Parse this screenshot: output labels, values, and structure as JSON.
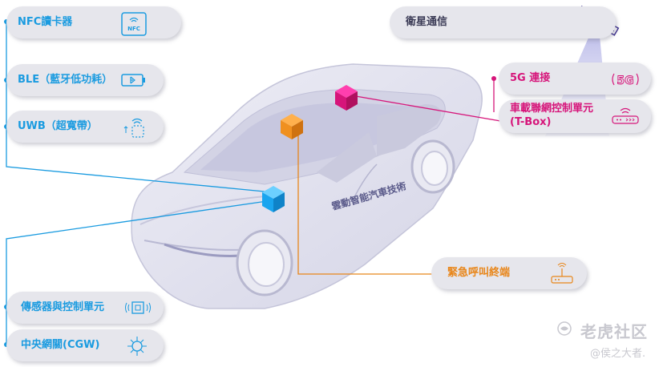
{
  "left_labels": {
    "nfc": "NFC讀卡器",
    "ble": "BLE（藍牙低功耗）",
    "uwb": "UWB（超寬帶）",
    "sensor": "傳感器與控制單元",
    "cgw": "中央網關(CGW)"
  },
  "right_labels": {
    "satellite": "衛星通信",
    "g5": "5G 連接",
    "tbox_line1": "車載聯網控制單元",
    "tbox_line2": "(T-Box)",
    "emergency": "緊急呼叫終端"
  },
  "icon_text": {
    "nfc": "NFC",
    "g5": "5G"
  },
  "car_text": "雲動智能汽車技術",
  "watermark": {
    "brand": "老虎社区",
    "handle": "@侯之大者."
  },
  "colors": {
    "blue": "#1a9be0",
    "magenta": "#d6157a",
    "orange": "#e8861a"
  }
}
